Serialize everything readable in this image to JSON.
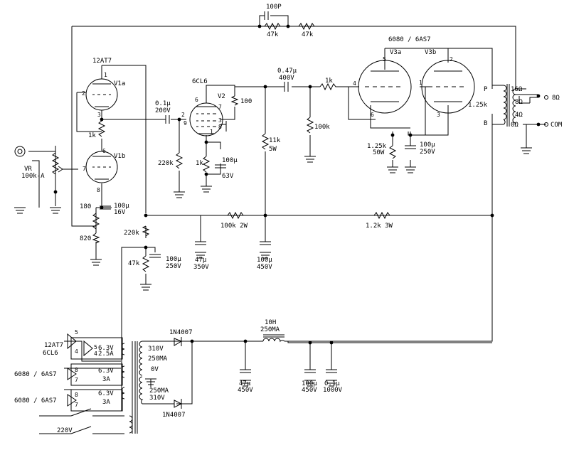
{
  "labels": {
    "c_fb": "100P",
    "r_fb1": "47k",
    "r_fb2": "47k",
    "v1_type": "12AT7",
    "v1a": "V1a",
    "v1b": "V1b",
    "v1_pin1": "1",
    "v1_pin2": "2",
    "v1_pin3": "3",
    "v1_pin6": "6",
    "v1_pin7": "7",
    "v1_pin8": "8",
    "r_1k_v1": "1k",
    "vr_name": "VR",
    "vr_value": "100k-A",
    "r_180": "180",
    "c_100u16_a": "100μ",
    "c_100u16_b": "16V",
    "r_820": "820",
    "r_220k_left": "220k",
    "r_47k_left": "47k",
    "c_100u250_a": "100μ",
    "c_100u250_b": "250V",
    "c_01_a": "0.1μ",
    "c_01_b": "200V",
    "v2_type": "6CL6",
    "v2": "V2",
    "v2_pin6": "6",
    "v2_pin2": "2",
    "v2_pin9": "9",
    "v2_pin7": "7",
    "v2_pin3": "3",
    "v2_pin8": "8",
    "v2_pin1": "1",
    "r_100_v2": "100",
    "r_220k_v2": "220k",
    "r_1k_v2": "1k",
    "c_100u63_a": "100μ",
    "c_100u63_b": "63V",
    "c_047_a": "0.47μ",
    "c_047_b": "400V",
    "r_1k_v3": "1k",
    "r_100k_v3": "100k",
    "r_11k_a": "11k",
    "r_11k_b": "5W",
    "v3_type": "6080 / 6AS7",
    "v3a": "V3a",
    "v3b": "V3b",
    "v3_pin5": "5",
    "v3_pin2": "2",
    "v3_pin4": "4",
    "v3_pin1": "1",
    "v3_pin6": "6",
    "v3_pin3": "3",
    "r_125k_a": "1.25k",
    "r_125k_b": "50W",
    "c_100u250_v3_a": "100μ",
    "c_100u250_v3_b": "250V",
    "xfmr_p": "P",
    "xfmr_b": "B",
    "xfmr_z": "1.25k",
    "tap_16": "16Ω",
    "tap_8": "8Ω",
    "tap_4": "4Ω",
    "tap_0": "0Ω",
    "out_8": "8Ω",
    "out_com": "COM",
    "r_100k2w": "100k 2W",
    "r_12k3w": "1.2k 3W",
    "c_47u350_a": "47μ",
    "c_47u350_b": "350V",
    "c_100u450_a": "100μ",
    "c_100u450_b": "450V",
    "heater1_tubes_a": "12AT7",
    "heater1_tubes_b": "6CL6",
    "heater1_v1": "6.3V",
    "heater1_v2": "2.5A",
    "heater1_p5": "5",
    "heater1_p4": "4",
    "heater1_q5": "5",
    "heater1_q4": "4",
    "heater2_tubes": "6080 / 6AS7",
    "heater2_v": "6.3V",
    "heater2_a": "3A",
    "heater2_p8": "8",
    "heater2_p7": "7",
    "heater3_tubes": "6080 / 6AS7",
    "heater3_v": "6.3V",
    "heater3_a": "3A",
    "heater3_p8": "8",
    "heater3_p7": "7",
    "mains": "220V",
    "pt_310a": "310V",
    "pt_250a": "250MA",
    "pt_0v": "0V",
    "pt_250b": "250MA",
    "pt_310b": "310V",
    "d1": "1N4007",
    "d2": "1N4007",
    "choke_a": "10H",
    "choke_b": "250MA",
    "c_47u450_a": "47μ",
    "c_47u450_b": "450V",
    "c_100u450b_a": "100μ",
    "c_100u450b_b": "450V",
    "c_01u1000_a": "0.1μ",
    "c_01u1000_b": "1000V"
  }
}
